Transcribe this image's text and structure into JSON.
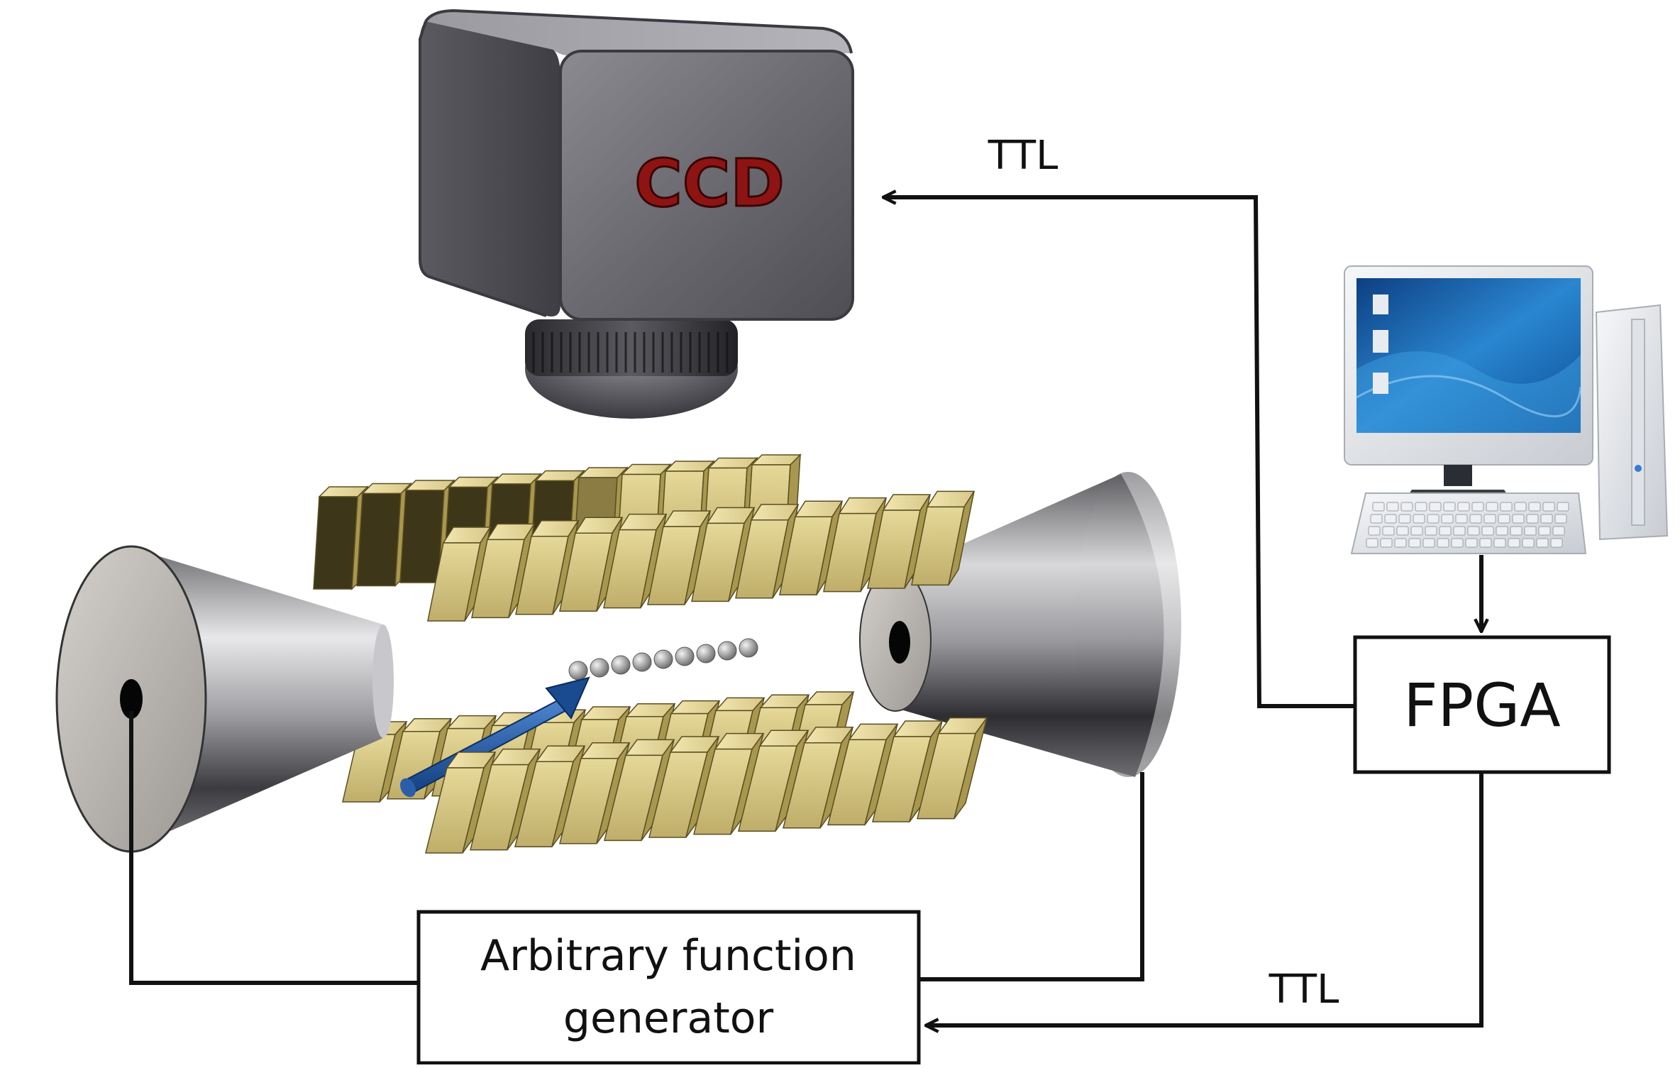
{
  "labels": {
    "ttl_top": "TTL",
    "ttl_bottom": "TTL",
    "fpga": "FPGA",
    "afg_line1": "Arbitrary function",
    "afg_line2": "generator",
    "camera": "CCD"
  },
  "ion_chain": {
    "count": 9
  },
  "trap_segments": {
    "top_back": 11,
    "top_front": 12,
    "bottom_back": 11,
    "bottom_front": 12
  },
  "colors": {
    "wire": "#111111",
    "electrode_gold": "#d9c98a",
    "electrode_dark": "#6e6232",
    "metal": "#b8b8bc",
    "camera_body": "#6d6d72",
    "ccd_text": "#8e1414",
    "laser_beam": "#1f5aa8",
    "screen_blue": "#1c6bb8"
  }
}
